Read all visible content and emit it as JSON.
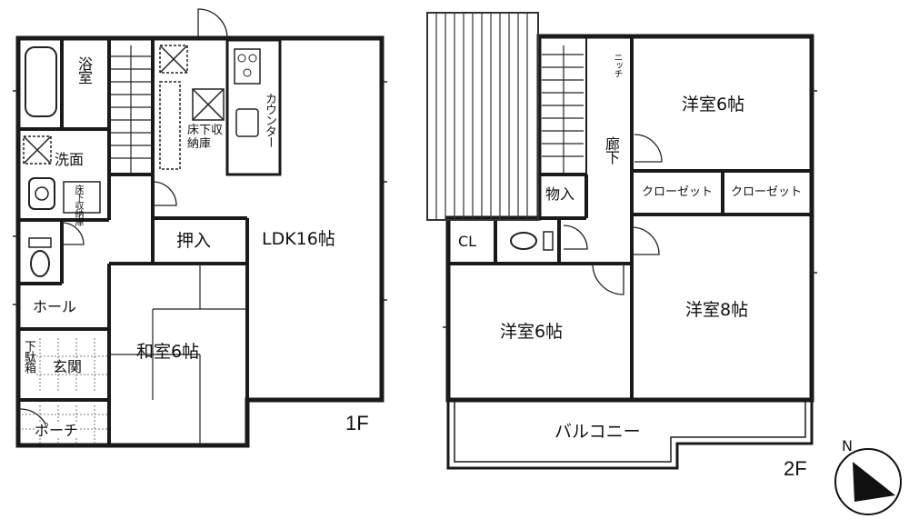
{
  "floor1": {
    "label": "1F",
    "rooms": {
      "bath": "浴室",
      "washroom": "洗面",
      "underfloor_small": "床下収納庫",
      "underfloor_storage": "床下収納庫",
      "counter": "カウンター",
      "ldk": "LDK16帖",
      "oshiire": "押入",
      "hall": "ホール",
      "washitsu": "和室6帖",
      "geta": "下駄箱",
      "genkan": "玄関",
      "porch": "ポーチ"
    }
  },
  "floor2": {
    "label": "2F",
    "rooms": {
      "niche": "ニッチ",
      "hallway": "廊下",
      "youshitsu_ne": "洋室6帖",
      "storage": "物入",
      "closet_left": "クローゼット",
      "closet_right": "クローゼット",
      "cl": "CL",
      "youshitsu_sw": "洋室6帖",
      "youshitsu_se": "洋室8帖",
      "balcony": "バルコニー"
    }
  },
  "compass": {
    "north": "N"
  }
}
